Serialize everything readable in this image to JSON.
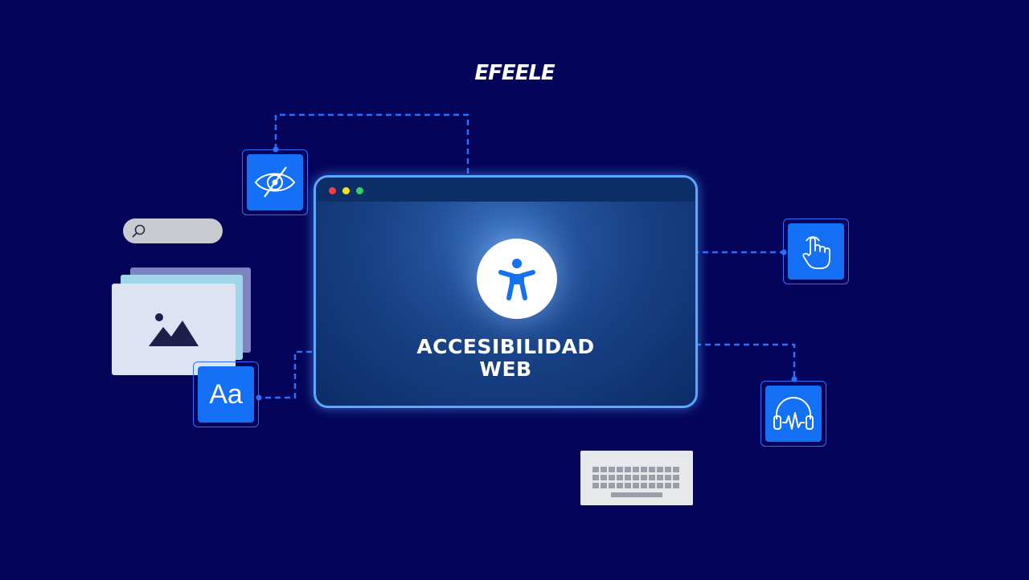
{
  "brand": {
    "logo_text": "EFEELE"
  },
  "hero": {
    "title_line1": "ACCESIBILIDAD",
    "title_line2": "WEB"
  },
  "browser_window": {
    "controls": [
      "close",
      "minimize",
      "maximize"
    ],
    "icon": "accessibility-person-icon"
  },
  "feature_icons": [
    {
      "name": "eye-visibility-icon"
    },
    {
      "name": "font-size-icon",
      "label": "Aa"
    },
    {
      "name": "touch-hand-icon"
    },
    {
      "name": "headphones-audio-icon"
    }
  ],
  "decorations": [
    "search-bar",
    "image-gallery",
    "keyboard"
  ],
  "colors": {
    "background": "#04055a",
    "accent_blue": "#1470f5",
    "browser_border": "#5aa9ff",
    "connector": "#2b6fff",
    "dot_red": "#ff3b3b",
    "dot_yellow": "#f6e21b",
    "dot_green": "#2fd35a"
  }
}
